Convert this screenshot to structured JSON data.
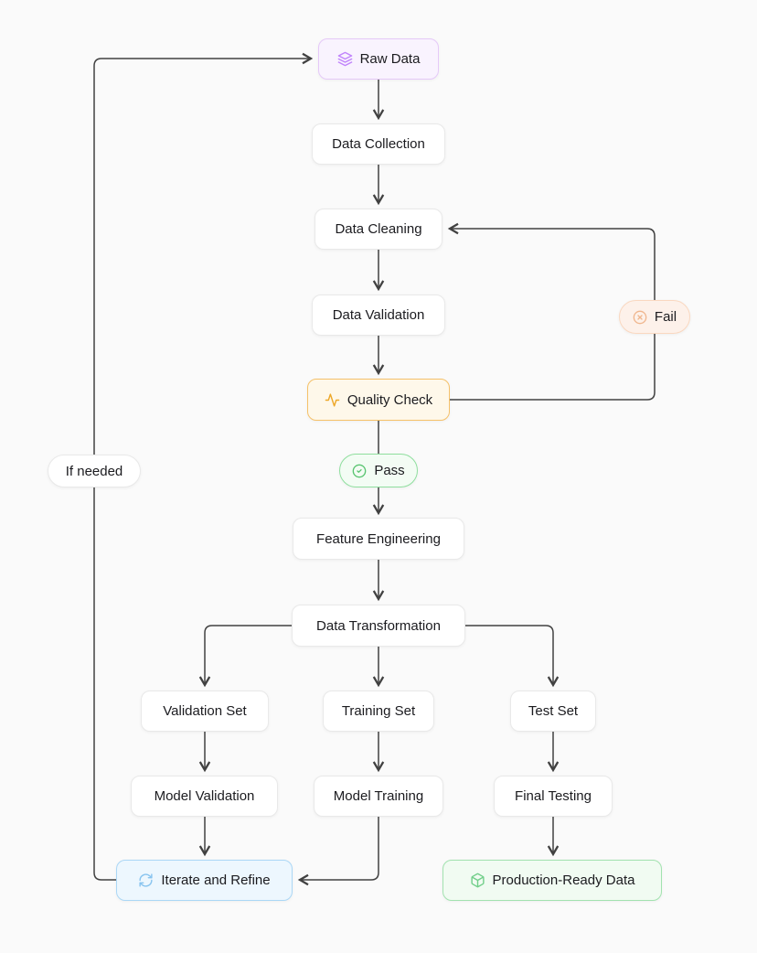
{
  "diagram": {
    "title": "Data pipeline flowchart",
    "background": "#fafafa",
    "edge_color": "#414141"
  },
  "nodes": {
    "raw_data": {
      "label": "Raw Data",
      "icon": "layers-icon",
      "bg": "#f9f3fe",
      "border": "#e5c9f8",
      "accent": "#c184fb"
    },
    "data_collection": {
      "label": "Data Collection"
    },
    "data_cleaning": {
      "label": "Data Cleaning"
    },
    "data_validation": {
      "label": "Data Validation"
    },
    "quality_check": {
      "label": "Quality Check",
      "icon": "activity-icon",
      "bg": "#fef8ea",
      "border": "#f5c169",
      "accent": "#eda829"
    },
    "pass": {
      "label": "Pass",
      "icon": "check-circle-icon",
      "bg": "#f3fcf4",
      "border": "#8fdf9e",
      "accent": "#57c46f"
    },
    "fail": {
      "label": "Fail",
      "icon": "x-circle-icon",
      "bg": "#fdf1ea",
      "border": "#fad8c0",
      "accent": "#f0b68e"
    },
    "feature_engineering": {
      "label": "Feature Engineering"
    },
    "data_transformation": {
      "label": "Data Transformation"
    },
    "validation_set": {
      "label": "Validation Set"
    },
    "training_set": {
      "label": "Training Set"
    },
    "test_set": {
      "label": "Test Set"
    },
    "model_validation": {
      "label": "Model Validation"
    },
    "model_training": {
      "label": "Model Training"
    },
    "final_testing": {
      "label": "Final Testing"
    },
    "iterate_refine": {
      "label": "Iterate and Refine",
      "icon": "refresh-icon",
      "bg": "#edf7fe",
      "border": "#abd7f6",
      "accent": "#88c4ef"
    },
    "production_ready": {
      "label": "Production-Ready Data",
      "icon": "package-icon",
      "bg": "#f1fbf2",
      "border": "#a2e2af",
      "accent": "#72cf8a"
    },
    "if_needed": {
      "label": "If needed"
    }
  },
  "edges": [
    {
      "from": "raw_data",
      "to": "data_collection"
    },
    {
      "from": "data_collection",
      "to": "data_cleaning"
    },
    {
      "from": "data_cleaning",
      "to": "data_validation"
    },
    {
      "from": "data_validation",
      "to": "quality_check"
    },
    {
      "from": "quality_check",
      "to": "feature_engineering",
      "label": "Pass"
    },
    {
      "from": "quality_check",
      "to": "data_cleaning",
      "label": "Fail"
    },
    {
      "from": "feature_engineering",
      "to": "data_transformation"
    },
    {
      "from": "data_transformation",
      "to": "validation_set"
    },
    {
      "from": "data_transformation",
      "to": "training_set"
    },
    {
      "from": "data_transformation",
      "to": "test_set"
    },
    {
      "from": "validation_set",
      "to": "model_validation"
    },
    {
      "from": "training_set",
      "to": "model_training"
    },
    {
      "from": "test_set",
      "to": "final_testing"
    },
    {
      "from": "model_validation",
      "to": "iterate_refine"
    },
    {
      "from": "model_training",
      "to": "iterate_refine"
    },
    {
      "from": "final_testing",
      "to": "production_ready"
    },
    {
      "from": "iterate_refine",
      "to": "raw_data",
      "label": "If needed"
    }
  ]
}
